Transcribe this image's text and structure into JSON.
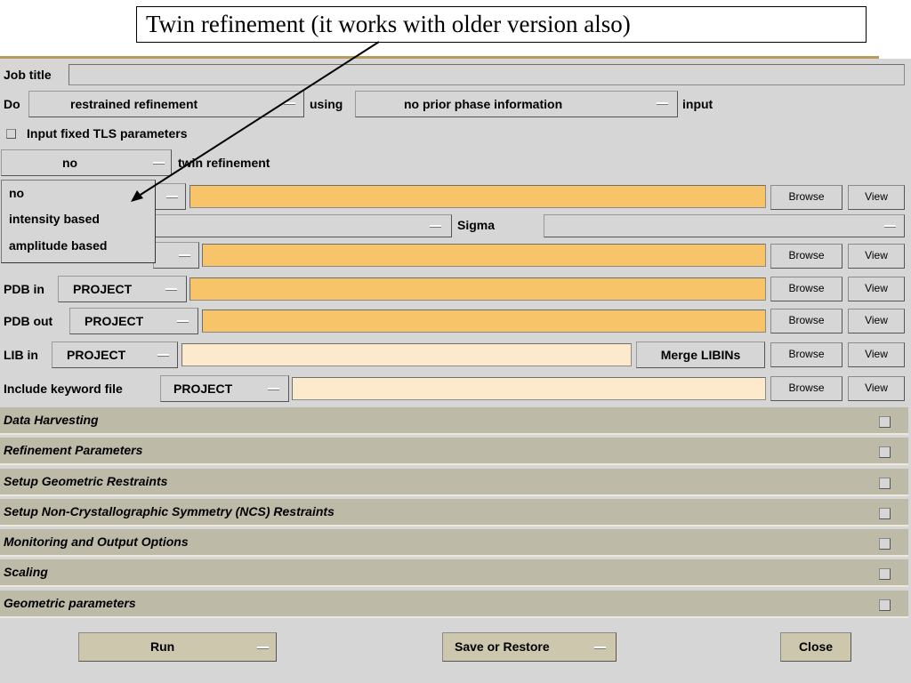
{
  "callout": {
    "text": "Twin refinement (it works with older version also)"
  },
  "form": {
    "job_title_label": "Job title",
    "job_title_value": "",
    "do_label": "Do",
    "mode_value": "restrained refinement",
    "using_label": "using",
    "phase_value": "no prior phase information",
    "input_label": "input",
    "tls_label": "Input fixed TLS parameters",
    "twin_value": "no",
    "twin_label": "twin refinement"
  },
  "twin_dropdown": {
    "options": [
      "no",
      "intensity based",
      "amplitude based"
    ]
  },
  "rows": {
    "sigma_label": "Sigma",
    "pdb_in_label": "PDB in",
    "pdb_out_label": "PDB out",
    "lib_in_label": "LIB in",
    "keyword_label": "Include keyword file",
    "project_value": "PROJECT",
    "merge_label": "Merge LIBINs",
    "browse_label": "Browse",
    "view_label": "View"
  },
  "sections": [
    "Data Harvesting",
    "Refinement Parameters",
    "Setup Geometric Restraints",
    "Setup Non-Crystallographic Symmetry (NCS) Restraints",
    "Monitoring and Output Options",
    "Scaling",
    "Geometric parameters"
  ],
  "bottom": {
    "run_label": "Run",
    "save_label": "Save or Restore",
    "close_label": "Close"
  },
  "colors": {
    "required_field": "#f7c46a",
    "optional_field": "#fde9cc",
    "panel": "#d6d6d6",
    "section_header": "#bdbaa8"
  }
}
